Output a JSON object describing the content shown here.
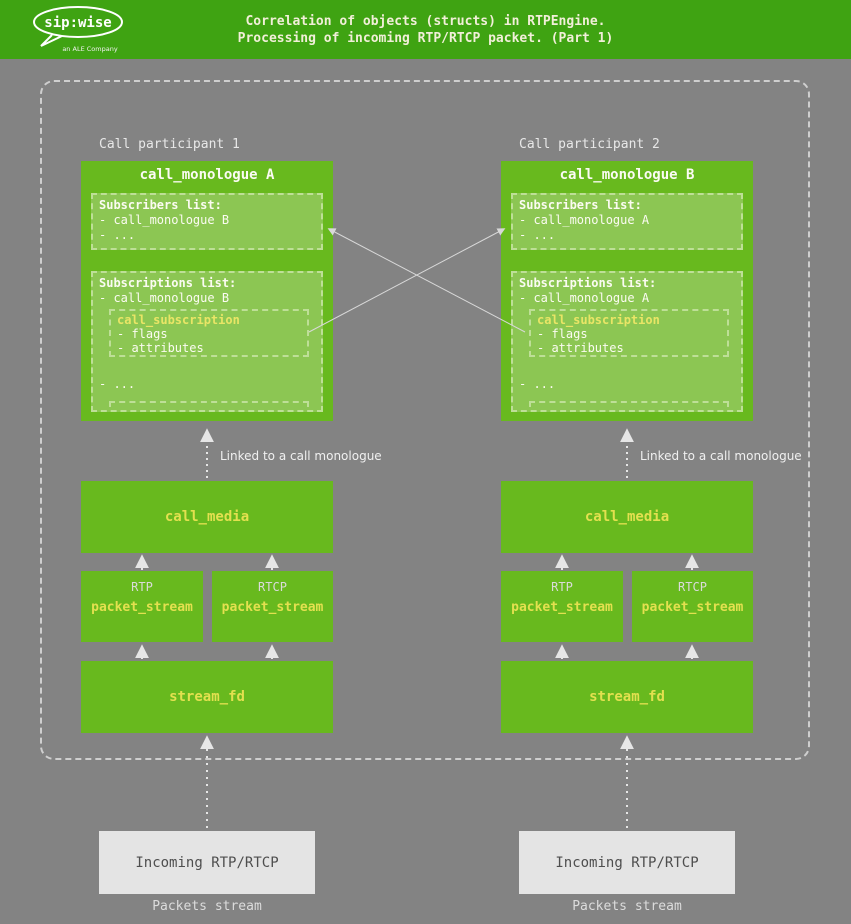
{
  "header": {
    "title_line1": "Correlation of objects (structs) in RTPEngine.",
    "title_line2": "Processing of incoming RTP/RTCP packet. (Part 1)",
    "logo": {
      "part1": "sip:",
      "part2": "wise",
      "tagline": "an ALE Company"
    }
  },
  "colors": {
    "header_green": "#3fa312",
    "box_green": "#68b91e",
    "inner_green": "#8cc653",
    "background_gray": "#838383",
    "accent_yellow": "#e3e04f"
  },
  "columns": [
    {
      "participant_label": "Call participant 1",
      "monologue_title": "call_monologue A",
      "subscribers_title": "Subscribers list:",
      "subscribers_items": [
        "- call_monologue B",
        "- ..."
      ],
      "subscriptions_title": "Subscriptions list:",
      "subscriptions_item": "- call_monologue B",
      "subscription_title": "call_subscription",
      "subscription_items": [
        "- flags",
        "- attributes"
      ],
      "ellipsis": "- ...",
      "linked_label": "Linked to a call monologue",
      "call_media_label": "call_media",
      "streams": [
        {
          "band": "RTP",
          "label": "packet_stream"
        },
        {
          "band": "RTCP",
          "label": "packet_stream"
        }
      ],
      "stream_fd_label": "stream_fd",
      "incoming_label": "Incoming RTP/RTCP",
      "packets_label": "Packets stream"
    },
    {
      "participant_label": "Call participant 2",
      "monologue_title": "call_monologue B",
      "subscribers_title": "Subscribers list:",
      "subscribers_items": [
        "- call_monologue A",
        "- ..."
      ],
      "subscriptions_title": "Subscriptions list:",
      "subscriptions_item": "- call_monologue A",
      "subscription_title": "call_subscription",
      "subscription_items": [
        "- flags",
        "- attributes"
      ],
      "ellipsis": "- ...",
      "linked_label": "Linked to a call monologue",
      "call_media_label": "call_media",
      "streams": [
        {
          "band": "RTP",
          "label": "packet_stream"
        },
        {
          "band": "RTCP",
          "label": "packet_stream"
        }
      ],
      "stream_fd_label": "stream_fd",
      "incoming_label": "Incoming RTP/RTCP",
      "packets_label": "Packets stream"
    }
  ]
}
